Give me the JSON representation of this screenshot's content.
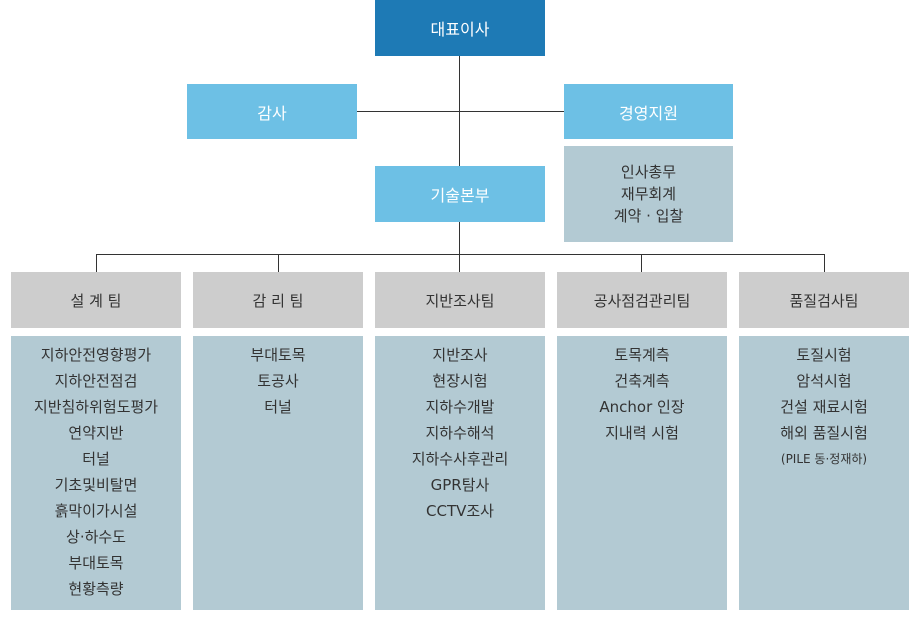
{
  "ceo": "대표이사",
  "audit": "감사",
  "management_support": {
    "title": "경영지원",
    "items": [
      "인사총무",
      "재무회계",
      "계약 · 입찰"
    ]
  },
  "tech_division": "기술본부",
  "teams": [
    {
      "name": "설 계 팀",
      "items": [
        "지하안전영향평가",
        "지하안전점검",
        "지반침하위험도평가",
        "연약지반",
        "터널",
        "기초및비탈면",
        "흙막이가시설",
        "상·하수도",
        "부대토목",
        "현황측량"
      ]
    },
    {
      "name": "감 리 팀",
      "items": [
        "부대토목",
        "토공사",
        "터널"
      ]
    },
    {
      "name": "지반조사팀",
      "items": [
        "지반조사",
        "현장시험",
        "지하수개발",
        "지하수해석",
        "지하수사후관리",
        "GPR탐사",
        "CCTV조사"
      ]
    },
    {
      "name": "공사점검관리팀",
      "items": [
        "토목계측",
        "건축계측",
        "Anchor 인장",
        "지내력 시험"
      ]
    },
    {
      "name": "품질검사팀",
      "items": [
        "토질시험",
        "암석시험",
        "건설 재료시험",
        "해외 품질시험"
      ],
      "note": "(PILE 동·정재하)"
    }
  ],
  "colors": {
    "ceo": "#1e7ab5",
    "blue": "#6dc0e5",
    "team_header": "#cdcdcd",
    "team_body": "#b3cad3",
    "lines": "#333333"
  }
}
